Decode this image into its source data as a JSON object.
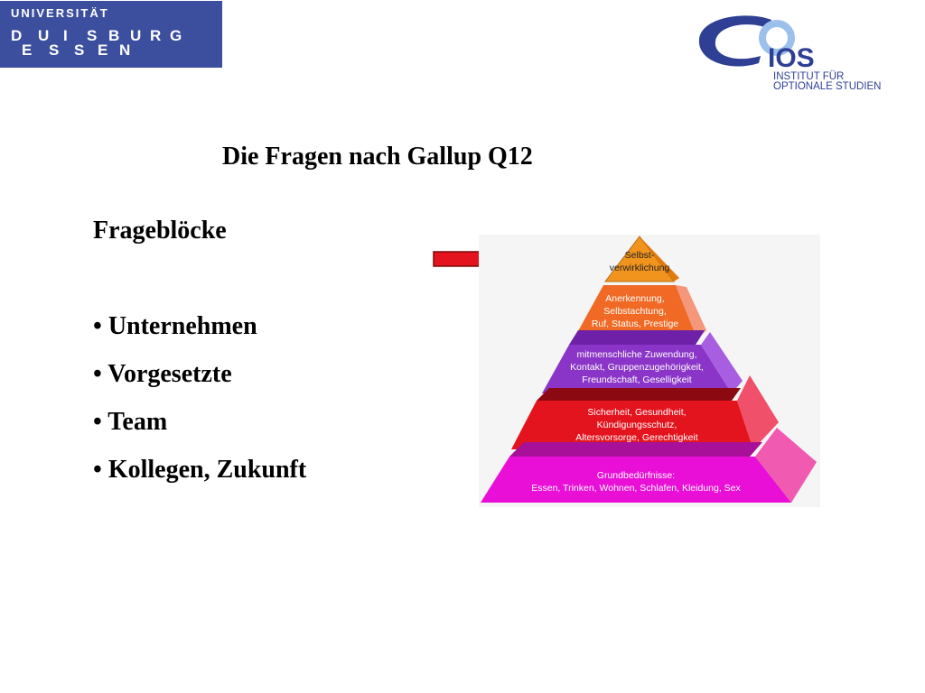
{
  "logo_uni": {
    "top": "UNIVERSITÄT",
    "row1": [
      "D",
      "U",
      "I",
      "S",
      "B",
      "U",
      "R",
      "G"
    ],
    "row2": [
      "E",
      "S",
      "S",
      "E",
      "N"
    ]
  },
  "logo_ios": {
    "name": "IOS",
    "line1": "INSTITUT FÜR",
    "line2": "OPTIONALE STUDIEN"
  },
  "title": "Die Fragen nach Gallup Q12",
  "subtitle": "Frageblöcke",
  "bullets": [
    "Unternehmen",
    "Vorgesetzte",
    "Team",
    "Kollegen, Zukunft"
  ],
  "pyramid": {
    "levels": [
      {
        "lines": [
          "Selbst-",
          "verwirklichung"
        ],
        "color": "#f0941e"
      },
      {
        "lines": [
          "Anerkennung,",
          "Selbstachtung,",
          "Ruf, Status, Prestige"
        ],
        "color": "#f06a26"
      },
      {
        "lines": [
          "mitmenschliche Zuwendung,",
          "Kontakt, Gruppenzugehörigkeit,",
          "Freundschaft, Geselligkeit"
        ],
        "color": "#8a35c8"
      },
      {
        "lines": [
          "Sicherheit, Gesundheit,",
          "Kündigungsschutz,",
          "Altersvorsorge, Gerechtigkeit"
        ],
        "color": "#e4141e"
      },
      {
        "lines": [
          "Grundbedürfnisse:",
          "Essen, Trinken, Wohnen, Schlafen, Kleidung, Sex"
        ],
        "color": "#e90fd6"
      }
    ]
  },
  "colors": {
    "uni_blue": "#3c4f9e",
    "ios_blue": "#2f3f94",
    "arrow_red": "#e4141e"
  }
}
